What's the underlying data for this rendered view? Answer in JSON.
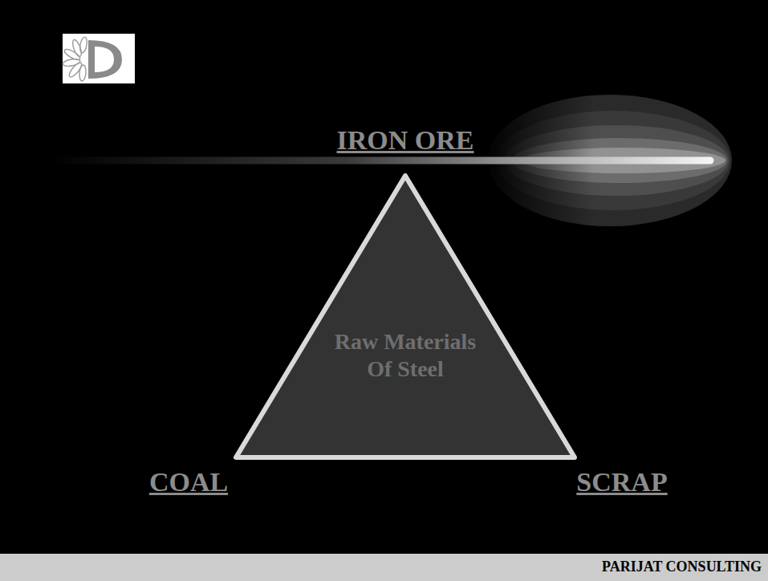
{
  "diagram": {
    "nodes": [
      {
        "text": [
          "Raw Materials Of Steel"
        ]
      },
      {
        "text": [
          "PARIJAT CONSULTING"
        ]
      }
    ],
    "labels": [
      "IRON ORE",
      "COAL",
      "SCRAP"
    ]
  }
}
